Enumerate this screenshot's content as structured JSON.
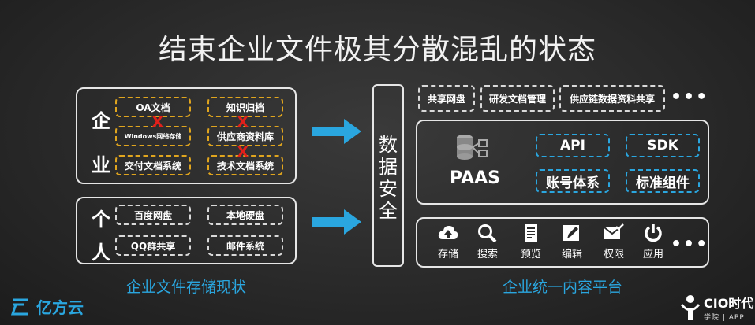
{
  "title": "结束企业文件极其分散混乱的状态",
  "left": {
    "enterprise_label": [
      "企",
      "业"
    ],
    "enterprise_items": [
      "OA文档",
      "知识归档",
      "Windows网络存储",
      "供应商资料库",
      "交付文档系统",
      "技术文档系统"
    ],
    "personal_label": [
      "个",
      "人"
    ],
    "personal_items": [
      "百度网盘",
      "本地硬盘",
      "QQ群共享",
      "邮件系统"
    ],
    "caption": "企业文件存储现状",
    "x_mark": "X"
  },
  "middle": {
    "security_label": [
      "数",
      "据",
      "安",
      "全"
    ]
  },
  "right": {
    "top_items": [
      "共享网盘",
      "研发文档管理",
      "供应链数据资料共享"
    ],
    "more": "•••",
    "paas_label": "PAAS",
    "paas_items": [
      "API",
      "SDK",
      "账号体系",
      "标准组件"
    ],
    "tools": [
      {
        "label": "存储",
        "icon": "cloud-upload-icon"
      },
      {
        "label": "搜索",
        "icon": "magnifier-icon"
      },
      {
        "label": "预览",
        "icon": "document-icon"
      },
      {
        "label": "编辑",
        "icon": "pen-icon"
      },
      {
        "label": "权限",
        "icon": "envelope-check-icon"
      },
      {
        "label": "应用",
        "icon": "power-icon"
      }
    ],
    "caption": "企业统一内容平台"
  },
  "logos": {
    "left_brand": "亿方云",
    "right_brand": "CIO时代",
    "right_sub": "学院 | APP"
  },
  "colors": {
    "accent_blue": "#2aa6df",
    "dash_yellow": "#e0a51e",
    "x_red": "#e0201b"
  }
}
